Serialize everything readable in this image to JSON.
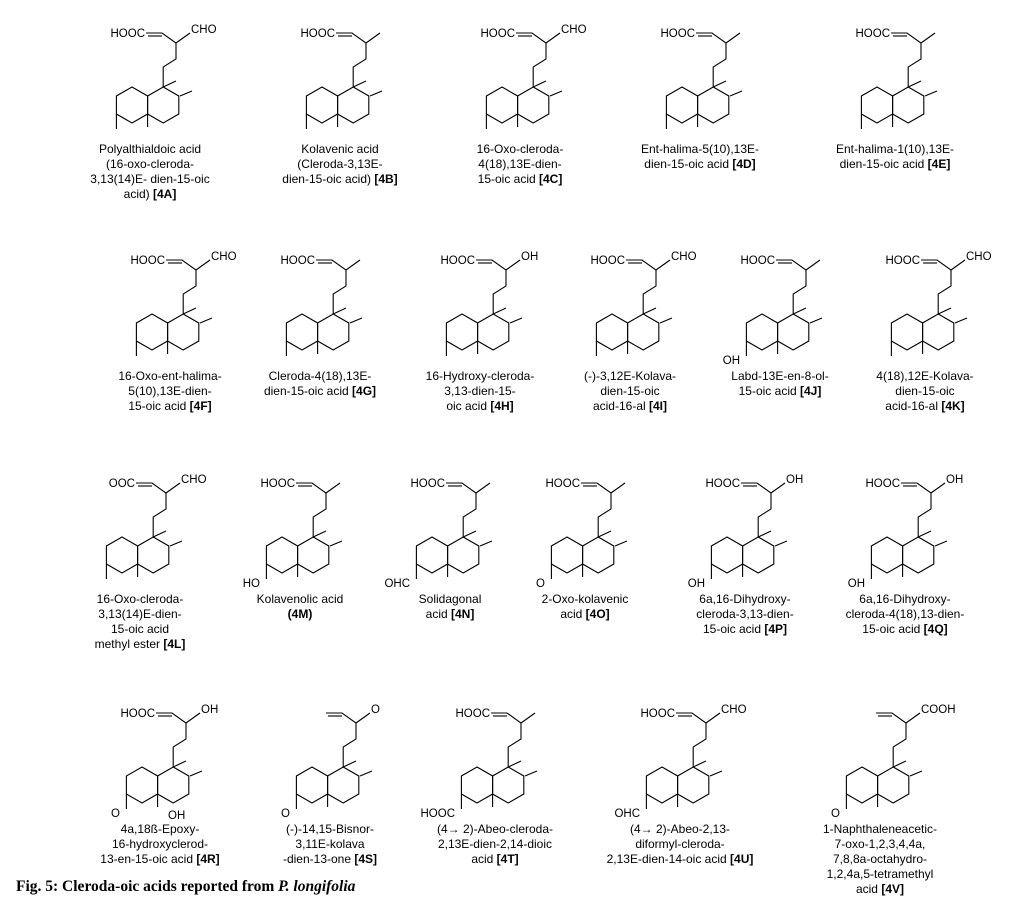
{
  "compounds": [
    {
      "code": "[4A]",
      "left": "HOOC",
      "right": "CHO",
      "extra": [],
      "caption": [
        "Polyalthialdoic acid",
        "(16-oxo-cleroda-",
        "3,13(14)E- dien-15-oic",
        "acid)"
      ]
    },
    {
      "code": "[4B]",
      "left": "HOOC",
      "right": "",
      "extra": [],
      "caption": [
        "Kolavenic acid",
        "(Cleroda-3,13E-",
        "dien-15-oic acid)"
      ]
    },
    {
      "code": "[4C]",
      "left": "HOOC",
      "right": "CHO",
      "extra": [],
      "caption": [
        "16-Oxo-cleroda-",
        "4(18),13E-dien-",
        "15-oic acid"
      ]
    },
    {
      "code": "[4D]",
      "left": "HOOC",
      "right": "",
      "extra": [],
      "caption": [
        "Ent-halima-5(10),13E-",
        "dien-15-oic acid"
      ]
    },
    {
      "code": "[4E]",
      "left": "HOOC",
      "right": "",
      "extra": [],
      "caption": [
        "Ent-halima-1(10),13E-",
        "dien-15-oic acid"
      ]
    },
    {
      "code": "[4F]",
      "left": "HOOC",
      "right": "CHO",
      "extra": [],
      "caption": [
        "16-Oxo-ent-halima-",
        "5(10),13E-dien-",
        "15-oic acid"
      ]
    },
    {
      "code": "[4G]",
      "left": "HOOC",
      "right": "",
      "extra": [],
      "caption": [
        "Cleroda-4(18),13E-",
        "dien-15-oic acid"
      ]
    },
    {
      "code": "[4H]",
      "left": "HOOC",
      "right": "OH",
      "extra": [],
      "caption": [
        "16-Hydroxy-cleroda-",
        "3,13-dien-15-",
        "oic acid"
      ]
    },
    {
      "code": "[4I]",
      "left": "HOOC",
      "right": "CHO",
      "extra": [],
      "caption": [
        "(-)-3,12E-Kolava-",
        "dien-15-oic",
        "acid-16-al"
      ]
    },
    {
      "code": "[4J]",
      "left": "HOOC",
      "right": "",
      "extra": [
        "OH"
      ],
      "caption": [
        "Labd-13E-en-8-ol-",
        "15-oic acid"
      ]
    },
    {
      "code": "[4K]",
      "left": "HOOC",
      "right": "CHO",
      "extra": [],
      "caption": [
        "4(18),12E-Kolava-",
        "dien-15-oic",
        "acid-16-al"
      ]
    },
    {
      "code": "[4L]",
      "left": "OOC",
      "right": "CHO",
      "extra": [],
      "caption": [
        "16-Oxo-cleroda-",
        "3,13(14)E-dien-",
        "15-oic acid",
        "methyl ester"
      ]
    },
    {
      "code": "(4M)",
      "left": "HOOC",
      "right": "",
      "extra": [
        "HO"
      ],
      "caption": [
        "Kolavenolic acid"
      ]
    },
    {
      "code": "[4N]",
      "left": "HOOC",
      "right": "",
      "extra": [
        "OHC"
      ],
      "caption": [
        "Solidagonal",
        "acid"
      ]
    },
    {
      "code": "[4O]",
      "left": "HOOC",
      "right": "",
      "extra": [
        "O"
      ],
      "caption": [
        "2-Oxo-kolavenic",
        "acid"
      ]
    },
    {
      "code": "[4P]",
      "left": "HOOC",
      "right": "OH",
      "extra": [
        "OH"
      ],
      "caption": [
        "6a,16-Dihydroxy-",
        "cleroda-3,13-dien-",
        "15-oic acid"
      ]
    },
    {
      "code": "[4Q]",
      "left": "HOOC",
      "right": "OH",
      "extra": [
        "OH"
      ],
      "caption": [
        "6a,16-Dihydroxy-",
        "cleroda-4(18),13-dien-",
        "15-oic acid"
      ]
    },
    {
      "code": "[4R]",
      "left": "HOOC",
      "right": "OH",
      "extra": [
        "O",
        "OH"
      ],
      "caption": [
        "4a,18ß-Epoxy-",
        "16-hydroxyclerod-",
        "13-en-15-oic acid"
      ]
    },
    {
      "code": "[4S]",
      "left": "",
      "right": "O",
      "extra": [
        "O"
      ],
      "caption": [
        "(-)-14,15-Bisnor-",
        "3,11E-kolava",
        "-dien-13-one"
      ]
    },
    {
      "code": "[4T]",
      "left": "HOOC",
      "right": "",
      "extra": [
        "HOOC"
      ],
      "caption": [
        "(4→ 2)-Abeo-cleroda-",
        "2,13E-dien-2,14-dioic",
        "acid"
      ]
    },
    {
      "code": "[4U]",
      "left": "HOOC",
      "right": "CHO",
      "extra": [
        "OHC"
      ],
      "caption": [
        "(4→ 2)-Abeo-2,13-",
        "diformyl-cleroda-",
        "2,13E-dien-14-oic acid"
      ]
    },
    {
      "code": "[4V]",
      "left": "",
      "right": "COOH",
      "extra": [
        "O"
      ],
      "caption": [
        "1-Naphthaleneacetic-",
        "7-oxo-1,2,3,4,4a,",
        "7,8,8a-octahydro-",
        "1,2,4a,5-tetramethyl",
        "acid"
      ]
    }
  ],
  "figure_caption": {
    "prefix": "Fig. 5: Cleroda-oic acids reported from ",
    "species": "P. longifolia"
  }
}
